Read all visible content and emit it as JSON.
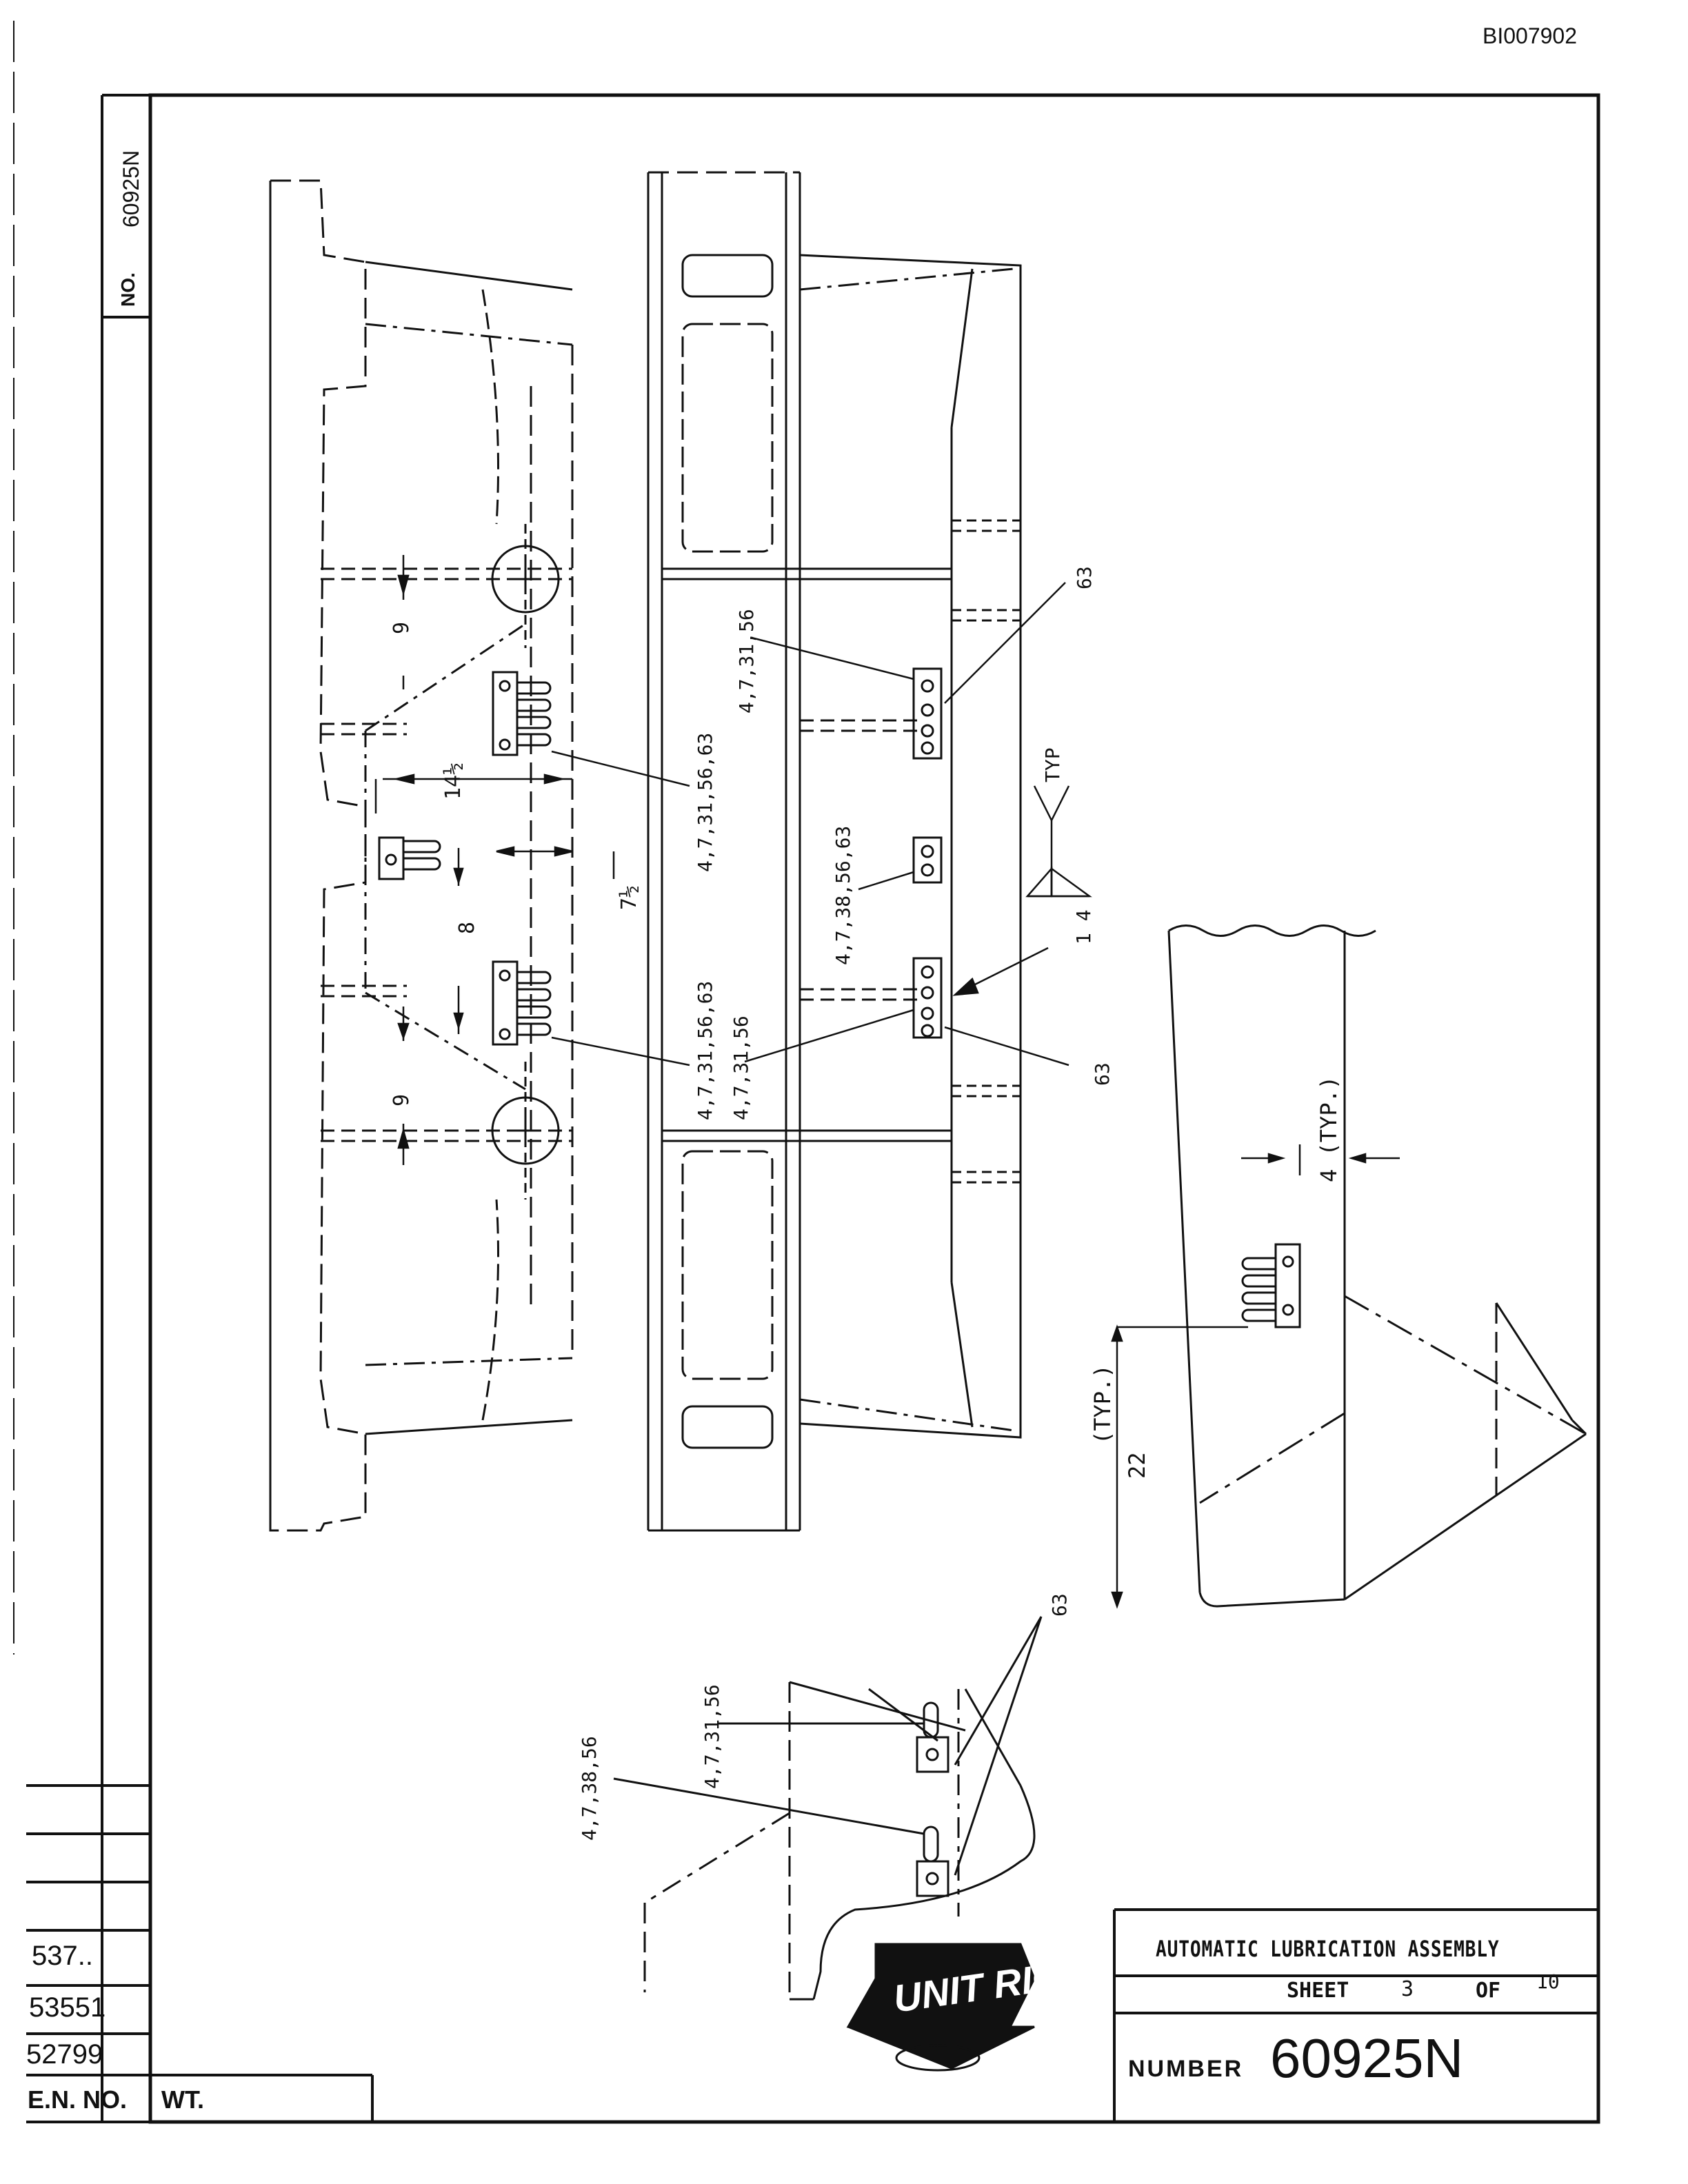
{
  "document_id": "BI007902",
  "sidebar": {
    "no_label": "NO.",
    "number": "60925N"
  },
  "title_block": {
    "title": "AUTOMATIC LUBRICATION ASSEMBLY",
    "sheet_label": "SHEET",
    "sheet_number": "3",
    "of_label": "OF",
    "total_sheets": "10",
    "number_label": "NUMBER",
    "number_value": "60925N",
    "logo_text": "UNIT RIG"
  },
  "revision_block": {
    "rows": [
      "537..",
      "53551",
      "52799"
    ],
    "eno_label": "E.N. NO.",
    "wt_label": "WT."
  },
  "callouts": {
    "c1": "4,7,31,56",
    "c2": "4,7,31,56,63",
    "c3": "4,7,38,56,63",
    "c4": "4,7,31,56,63",
    "c5": "4,7,31,56",
    "c6": "63",
    "c7": "63",
    "c8": "TYP",
    "c9": "1 4",
    "c10": "4,7,31,56",
    "c11": "4,7,38,56",
    "c12": "63"
  },
  "dimensions": {
    "d1": "9",
    "d2": "14½",
    "d3": "7½",
    "d4": "8",
    "d5": "9",
    "d6": "4 (TYP.)",
    "d7": "22",
    "d8": "(TYP.)"
  }
}
